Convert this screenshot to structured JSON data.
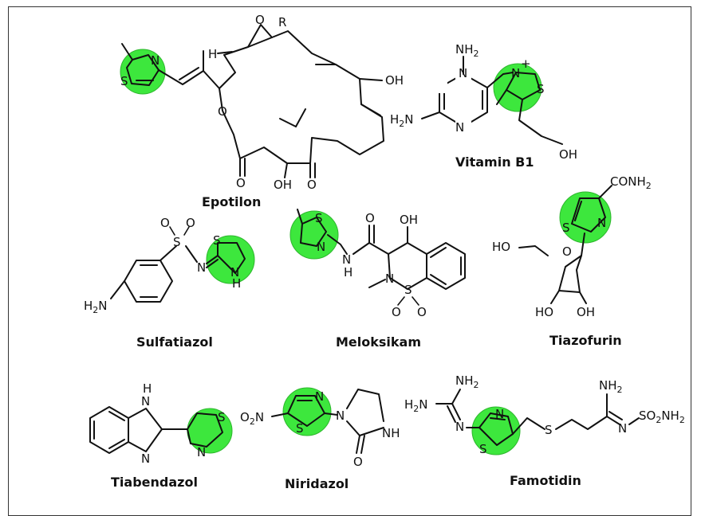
{
  "molecules": [
    {
      "id": "epotilon",
      "name": "Epotilon",
      "atoms": {
        "N": "N",
        "S": "S",
        "O": "O",
        "H": "H",
        "R": "R",
        "OH": "OH"
      }
    },
    {
      "id": "vitamin-b1",
      "name": "Vitamin B1",
      "atoms": {
        "NH2": "NH",
        "H2N": "H",
        "N": "N",
        "Nplus": "N",
        "plus": "+",
        "S": "S",
        "OH": "OH",
        "sub2": "2",
        "sub2b": "2"
      }
    },
    {
      "id": "sulfatiazol",
      "name": "Sulfatiazol",
      "atoms": {
        "S": "S",
        "O": "O",
        "N": "N",
        "H": "H",
        "H2N": "H",
        "N2": "N",
        "sub2": "2"
      }
    },
    {
      "id": "meloksikam",
      "name": "Meloksikam",
      "atoms": {
        "S": "S",
        "N": "N",
        "H": "H",
        "O": "O",
        "OH": "OH"
      }
    },
    {
      "id": "tiazofurin",
      "name": "Tiazofurin",
      "atoms": {
        "S": "S",
        "N": "N",
        "O": "O",
        "HO": "HO",
        "OH": "OH",
        "CONH": "CONH",
        "sub2": "2"
      }
    },
    {
      "id": "tiabendazol",
      "name": "Tiabendazol",
      "atoms": {
        "N": "N",
        "H": "H",
        "S": "S"
      }
    },
    {
      "id": "niridazol",
      "name": "Niridazol",
      "atoms": {
        "N": "N",
        "S": "S",
        "O": "O",
        "NH": "NH",
        "O2N": "O",
        "N2": "N",
        "sub2": "2"
      }
    },
    {
      "id": "famotidin",
      "name": "Famotidin",
      "atoms": {
        "N": "N",
        "S": "S",
        "NH": "NH",
        "H2N": "H",
        "N2": "N",
        "SO2NH2": "SO",
        "NH2b": "NH",
        "sub2": "2"
      }
    }
  ],
  "colors": {
    "highlight": "#33e633",
    "stroke": "#111111",
    "frame": "#333333"
  }
}
